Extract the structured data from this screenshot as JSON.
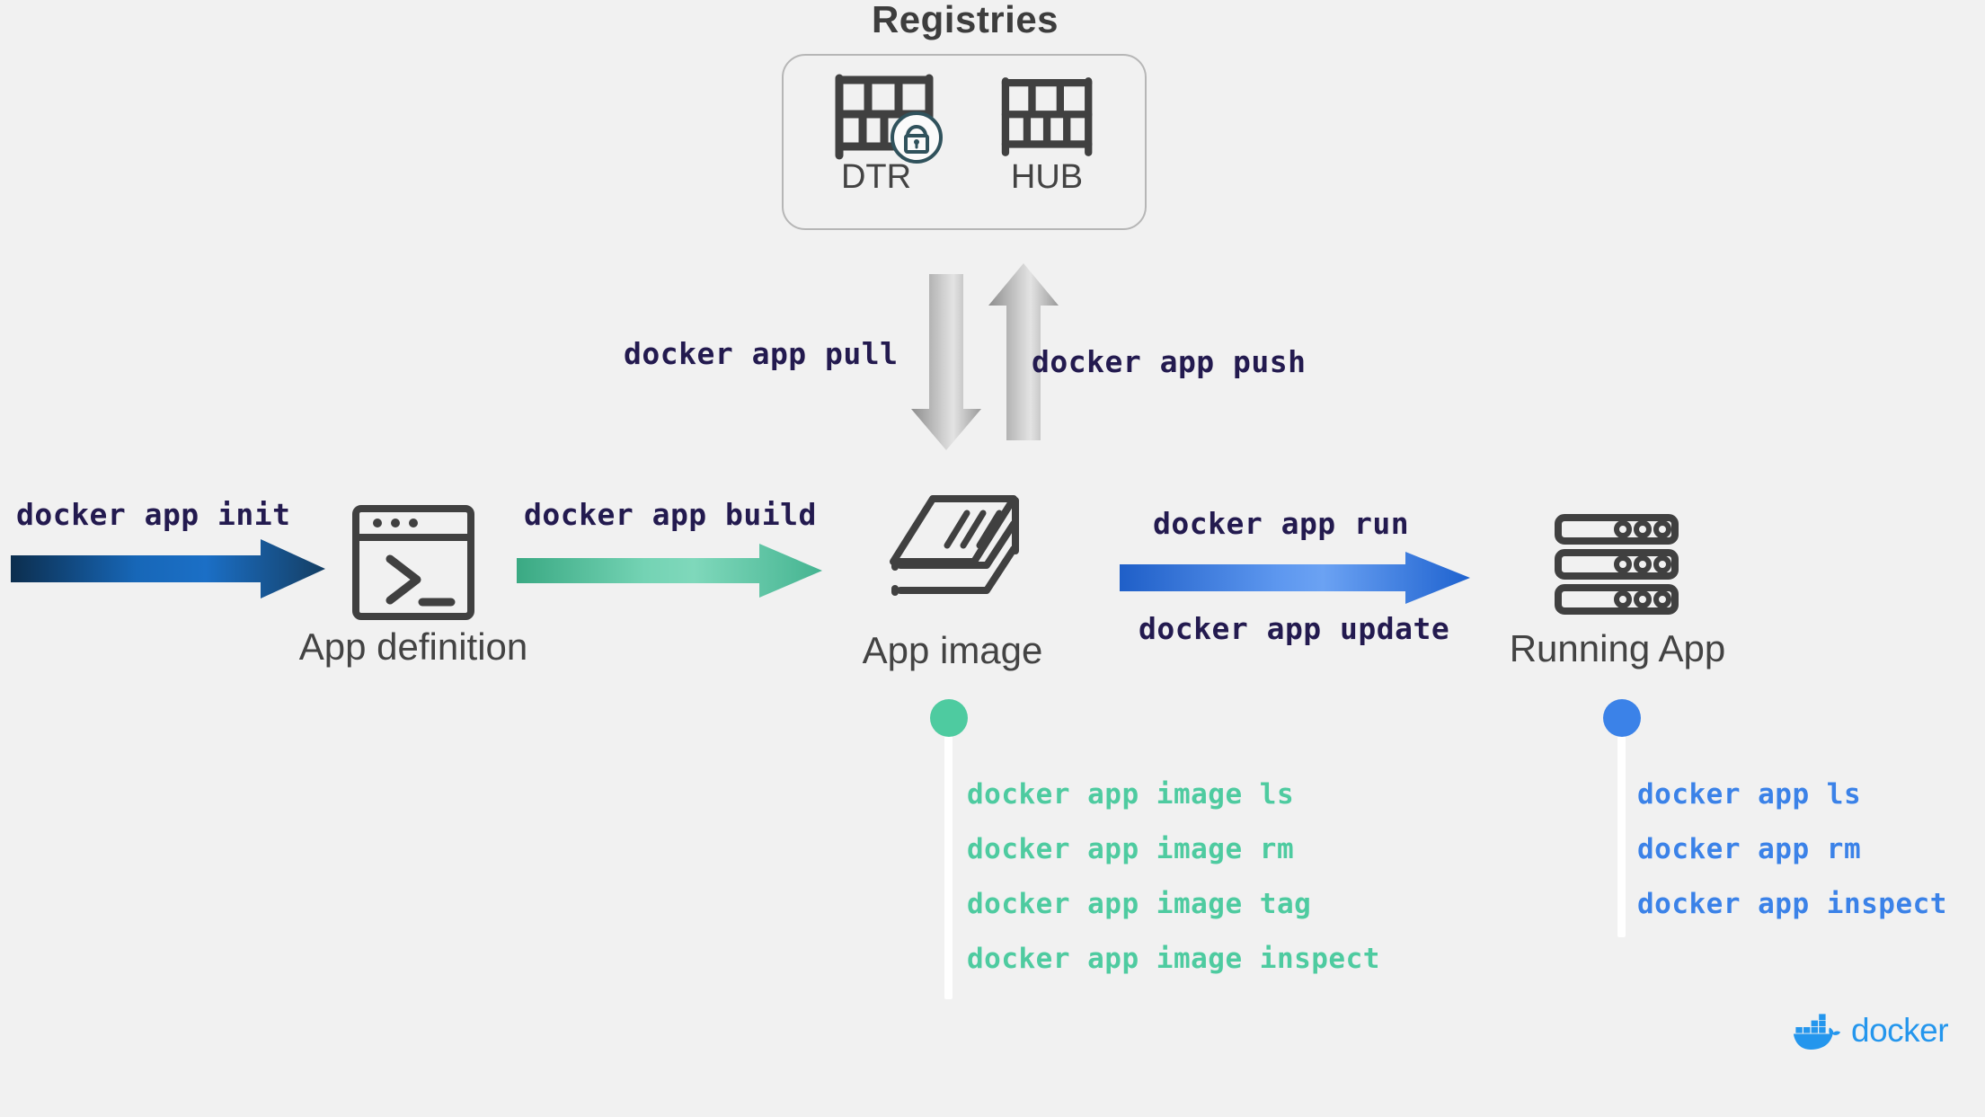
{
  "diagram": {
    "title": "Registries",
    "background_color": "#f1f1f1",
    "registries": {
      "items": [
        {
          "label": "DTR",
          "icon": "registry-rack-locked-icon"
        },
        {
          "label": "HUB",
          "icon": "registry-rack-icon"
        }
      ]
    },
    "vertical_commands": {
      "pull": "docker app pull",
      "push": "docker app push"
    },
    "flow": {
      "init_command": "docker app init",
      "build_command": "docker app build",
      "run_command": "docker app run",
      "update_command": "docker app update",
      "nodes": [
        {
          "label": "App definition",
          "icon": "terminal-window-icon"
        },
        {
          "label": "App image",
          "icon": "layer-stack-icon"
        },
        {
          "label": "Running App",
          "icon": "server-rack-icon"
        }
      ]
    },
    "app_image_commands": [
      "docker app image ls",
      "docker app image rm",
      "docker app image tag",
      "docker app image inspect"
    ],
    "running_app_commands": [
      "docker app ls",
      "docker app rm",
      "docker app inspect"
    ],
    "brand": {
      "name": "docker"
    },
    "colors": {
      "command_navy": "#231a4f",
      "image_green": "#4ecba0",
      "app_blue": "#3b82e8",
      "icon_gray": "#404040",
      "brand_blue": "#2496ed"
    }
  }
}
